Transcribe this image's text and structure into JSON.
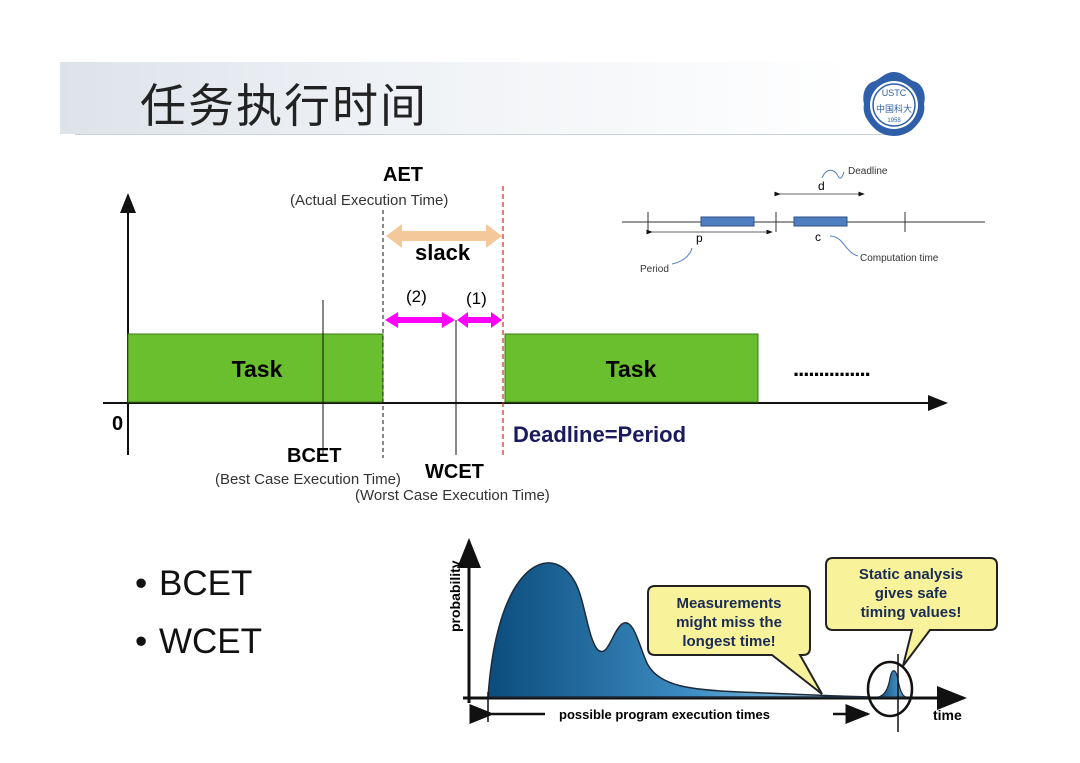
{
  "slide": {
    "title": "任务执行时间",
    "logo_text": "USTC",
    "logo_subtext": "中国科大",
    "logo_year": "1958"
  },
  "timeline": {
    "aet": "AET",
    "aet_full": "(Actual Execution Time)",
    "slack": "slack",
    "label_2": "(2)",
    "label_1": "(1)",
    "task_left": "Task",
    "task_right": "Task",
    "dots": "...............",
    "zero": "0",
    "deadline_period": "Deadline=Period",
    "bcet": "BCET",
    "bcet_full": "(Best Case Execution Time)",
    "wcet": "WCET",
    "wcet_full": "(Worst Case Execution Time)",
    "colors": {
      "task": "#6abf2e",
      "slack": "#f4c89a",
      "magenta": "#ff00ff",
      "deadline": "#e0201b"
    }
  },
  "period_diagram": {
    "deadline": "Deadline",
    "d": "d",
    "p": "p",
    "c": "c",
    "period": "Period",
    "computation_time": "Computation time",
    "colors": {
      "block": "#4f7fc1"
    }
  },
  "bullets": [
    "BCET",
    "WCET"
  ],
  "distribution": {
    "ylabel": "probability",
    "xlabel": "time",
    "range_label": "possible program execution times",
    "callout_measure": [
      "Measurements",
      "might miss the",
      "longest time!"
    ],
    "callout_static": [
      "Static analysis",
      "gives safe",
      "timing values!"
    ],
    "colors": {
      "callout": "#f8f39a",
      "fill_dark": "#0b4c7c",
      "fill_light": "#9fd0ec"
    }
  }
}
